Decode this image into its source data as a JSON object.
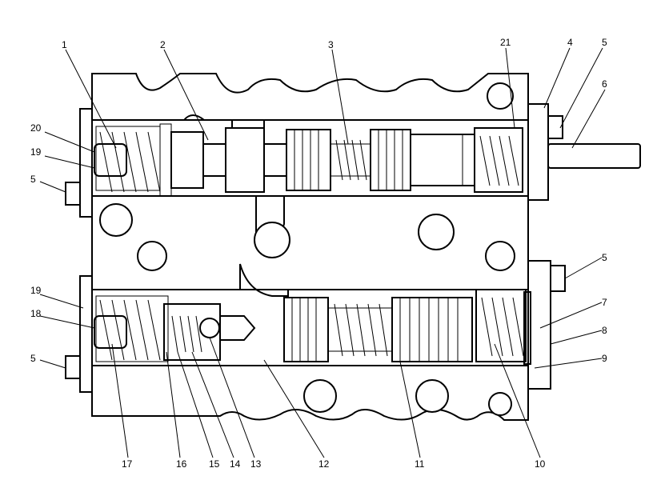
{
  "callouts": [
    {
      "id": "c1",
      "text": "1"
    },
    {
      "id": "c2",
      "text": "2"
    },
    {
      "id": "c3",
      "text": "3"
    },
    {
      "id": "c21",
      "text": "21"
    },
    {
      "id": "c4",
      "text": "4"
    },
    {
      "id": "c5a",
      "text": "5"
    },
    {
      "id": "c6",
      "text": "6"
    },
    {
      "id": "c20",
      "text": "20"
    },
    {
      "id": "c19a",
      "text": "19"
    },
    {
      "id": "c5b",
      "text": "5"
    },
    {
      "id": "c5c",
      "text": "5"
    },
    {
      "id": "c19b",
      "text": "19"
    },
    {
      "id": "c18",
      "text": "18"
    },
    {
      "id": "c7",
      "text": "7"
    },
    {
      "id": "c8",
      "text": "8"
    },
    {
      "id": "c9",
      "text": "9"
    },
    {
      "id": "c5d",
      "text": "5"
    },
    {
      "id": "c17",
      "text": "17"
    },
    {
      "id": "c16",
      "text": "16"
    },
    {
      "id": "c15",
      "text": "15"
    },
    {
      "id": "c14",
      "text": "14"
    },
    {
      "id": "c13",
      "text": "13"
    },
    {
      "id": "c12",
      "text": "12"
    },
    {
      "id": "c11",
      "text": "11"
    },
    {
      "id": "c10",
      "text": "10"
    }
  ]
}
